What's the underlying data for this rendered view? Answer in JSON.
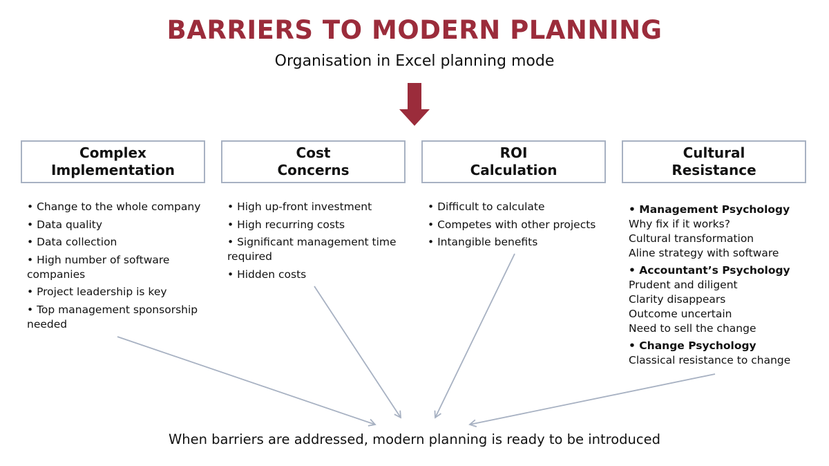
{
  "title": "BARRIERS TO MODERN PLANNING",
  "subtitle": "Organisation in Excel planning mode",
  "colors": {
    "accent": "#9b2c3b",
    "box_border": "#a7b1c2",
    "connector": "#a7b1c2"
  },
  "icons": {
    "down_arrow": "down-arrow-icon"
  },
  "barriers": [
    {
      "title_line1": "Complex",
      "title_line2": "Implementation",
      "items": [
        "• Change to the whole company",
        "• Data quality",
        "• Data collection",
        "• High number of software companies",
        "• Project leadership is key",
        "• Top management sponsorship needed"
      ]
    },
    {
      "title_line1": "Cost",
      "title_line2": "Concerns",
      "items": [
        "• High up-front investment",
        "• High recurring costs",
        "• Significant management time required",
        "• Hidden costs"
      ]
    },
    {
      "title_line1": "ROI",
      "title_line2": "Calculation",
      "items": [
        "• Difficult to calculate",
        "• Competes with other projects",
        "• Intangible benefits"
      ]
    },
    {
      "title_line1": "Cultural",
      "title_line2": "Resistance",
      "groups": [
        {
          "heading": "• Management Psychology",
          "lines": [
            "Why fix if it works?",
            "Cultural transformation",
            "Aline strategy with software"
          ]
        },
        {
          "heading": "• Accountant’s Psychology",
          "lines": [
            "Prudent and diligent",
            "Clarity disappears",
            "Outcome uncertain",
            "Need to sell the change"
          ]
        },
        {
          "heading": "• Change Psychology",
          "lines": [
            "Classical resistance to change"
          ]
        }
      ]
    }
  ],
  "conclusion": "When barriers are addressed, modern planning is ready to be introduced"
}
